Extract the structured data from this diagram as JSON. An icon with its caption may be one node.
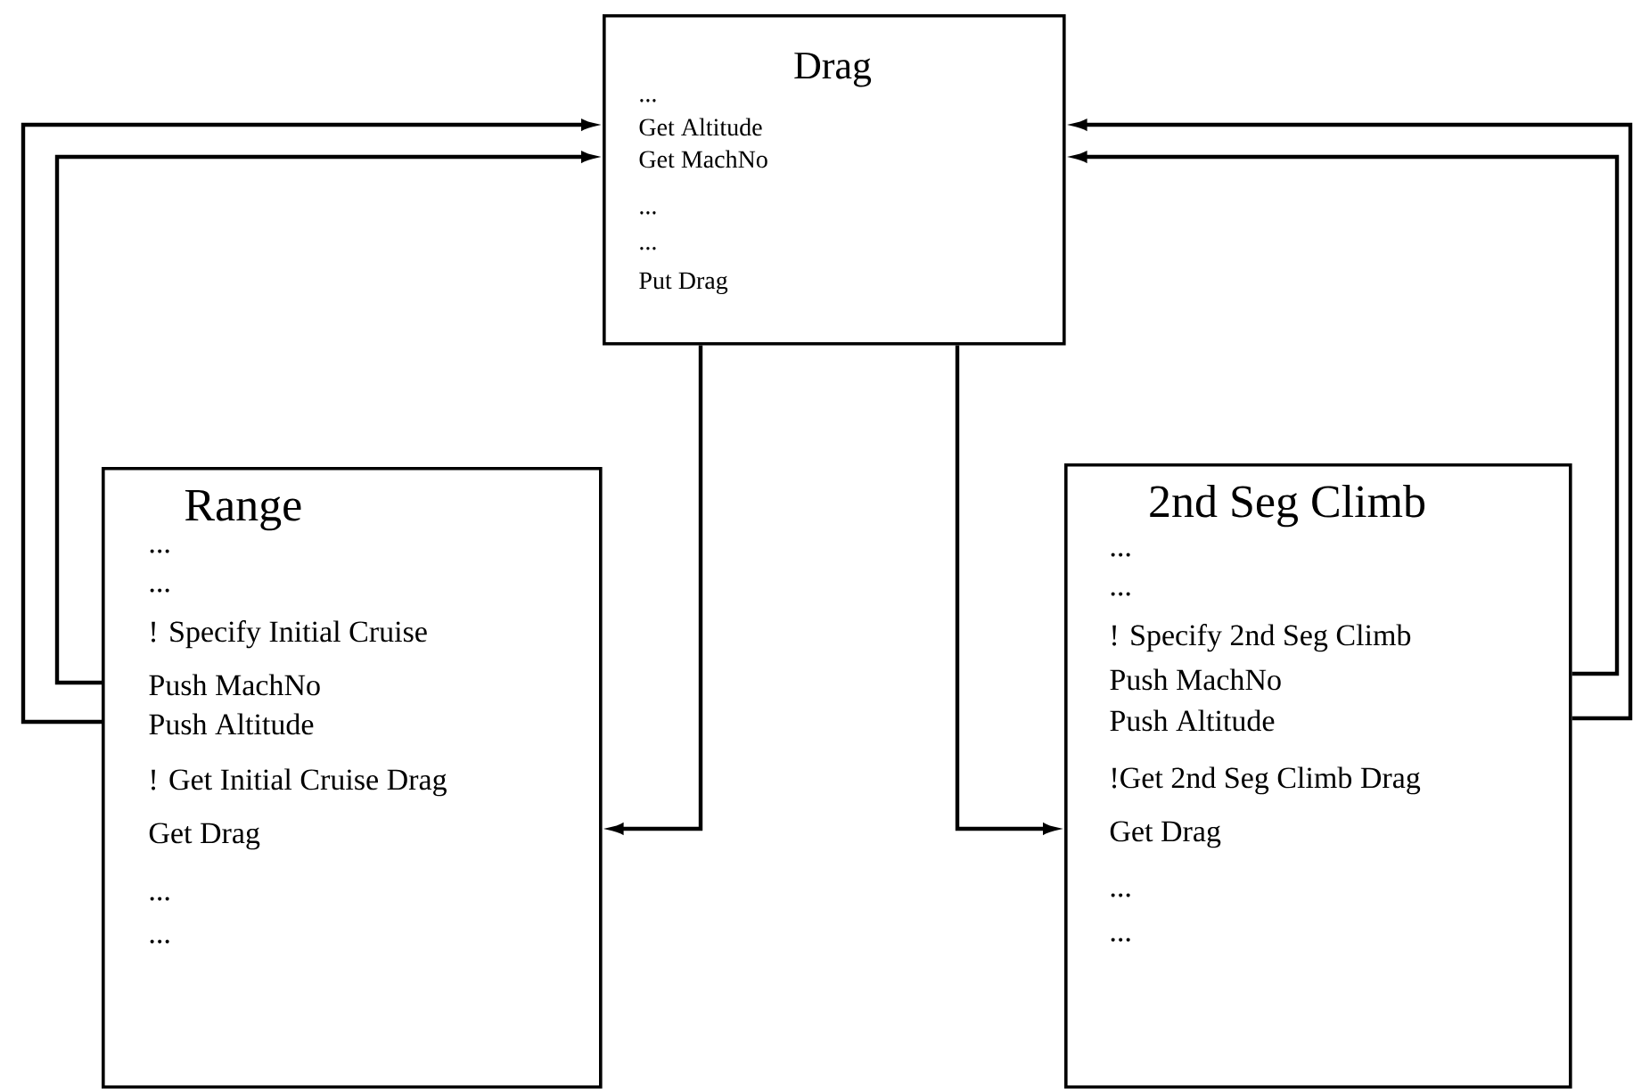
{
  "diagram": {
    "nodes": [
      {
        "text": [
          "Drag",
          "...",
          "Get Altitude",
          "Get MachNo",
          "...",
          "...",
          "Put Drag"
        ]
      },
      {
        "text": [
          "Range",
          "...",
          "...",
          "! Specify Initial Cruise",
          "Push MachNo",
          "Push Altitude",
          "! Get Initial Cruise Drag",
          "Get Drag",
          "...",
          "..."
        ]
      },
      {
        "text": [
          "2nd Seg Climb",
          "...",
          "...",
          "! Specify 2nd Seg Climb",
          "Push MachNo",
          "Push Altitude",
          "!Get 2nd Seg Climb Drag",
          "Get Drag",
          "...",
          "..."
        ]
      }
    ],
    "edges": [
      {
        "from": 1,
        "to": 0,
        "arrow": "to"
      },
      {
        "from": 1,
        "to": 0,
        "arrow": "to"
      },
      {
        "from": 0,
        "to": 1,
        "arrow": "to"
      },
      {
        "from": 0,
        "to": 2,
        "arrow": "to"
      },
      {
        "from": 2,
        "to": 0,
        "arrow": "to"
      },
      {
        "from": 2,
        "to": 0,
        "arrow": "to"
      }
    ]
  }
}
